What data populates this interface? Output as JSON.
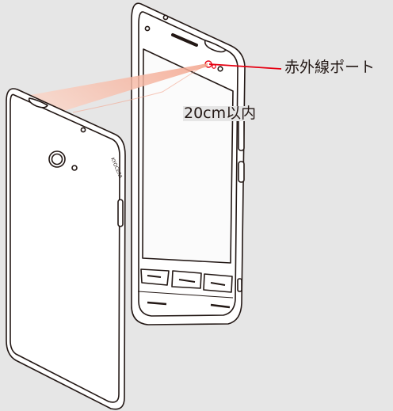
{
  "labels": {
    "infrared_port": "赤外線ポート",
    "distance": "20cm以内"
  },
  "brand_mark": "KYOCERA",
  "colors": {
    "background": "#e6e6e6",
    "device_line": "#231815",
    "device_fill": "#ffffff",
    "beam": "#f6bfae",
    "pointer_line": "#e60012"
  }
}
